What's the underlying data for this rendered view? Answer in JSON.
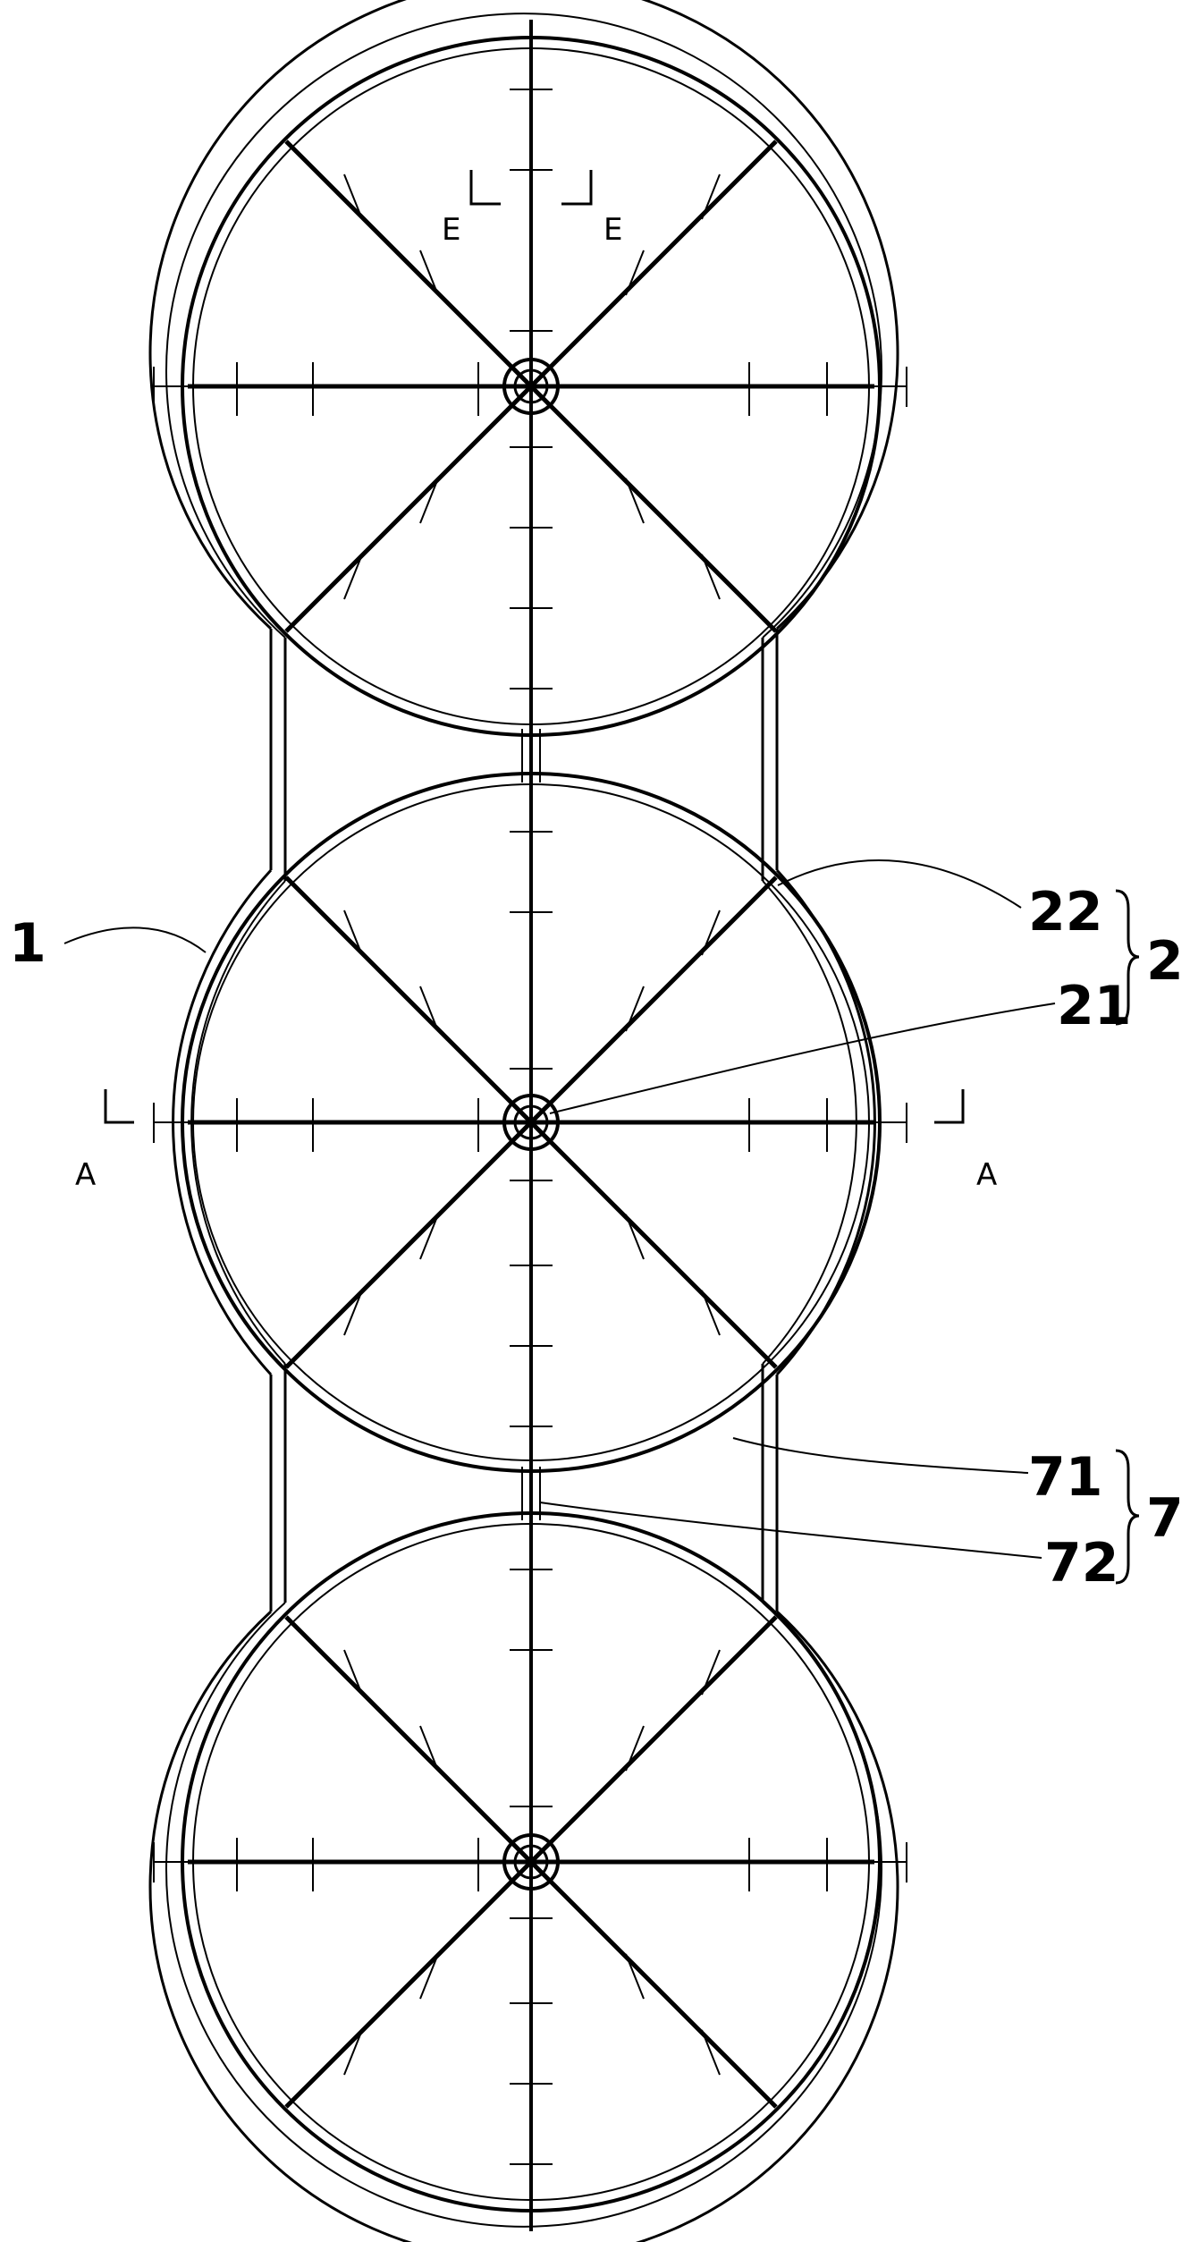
{
  "labels": {
    "part_1": "1",
    "part_2": "2",
    "part_21": "21",
    "part_22": "22",
    "part_7": "7",
    "part_71": "71",
    "part_72": "72"
  },
  "sections": {
    "a_left": "A",
    "a_right": "A",
    "e_left": "E",
    "e_right": "E"
  },
  "colors": {
    "ink": "#000000",
    "background": "#ffffff"
  }
}
